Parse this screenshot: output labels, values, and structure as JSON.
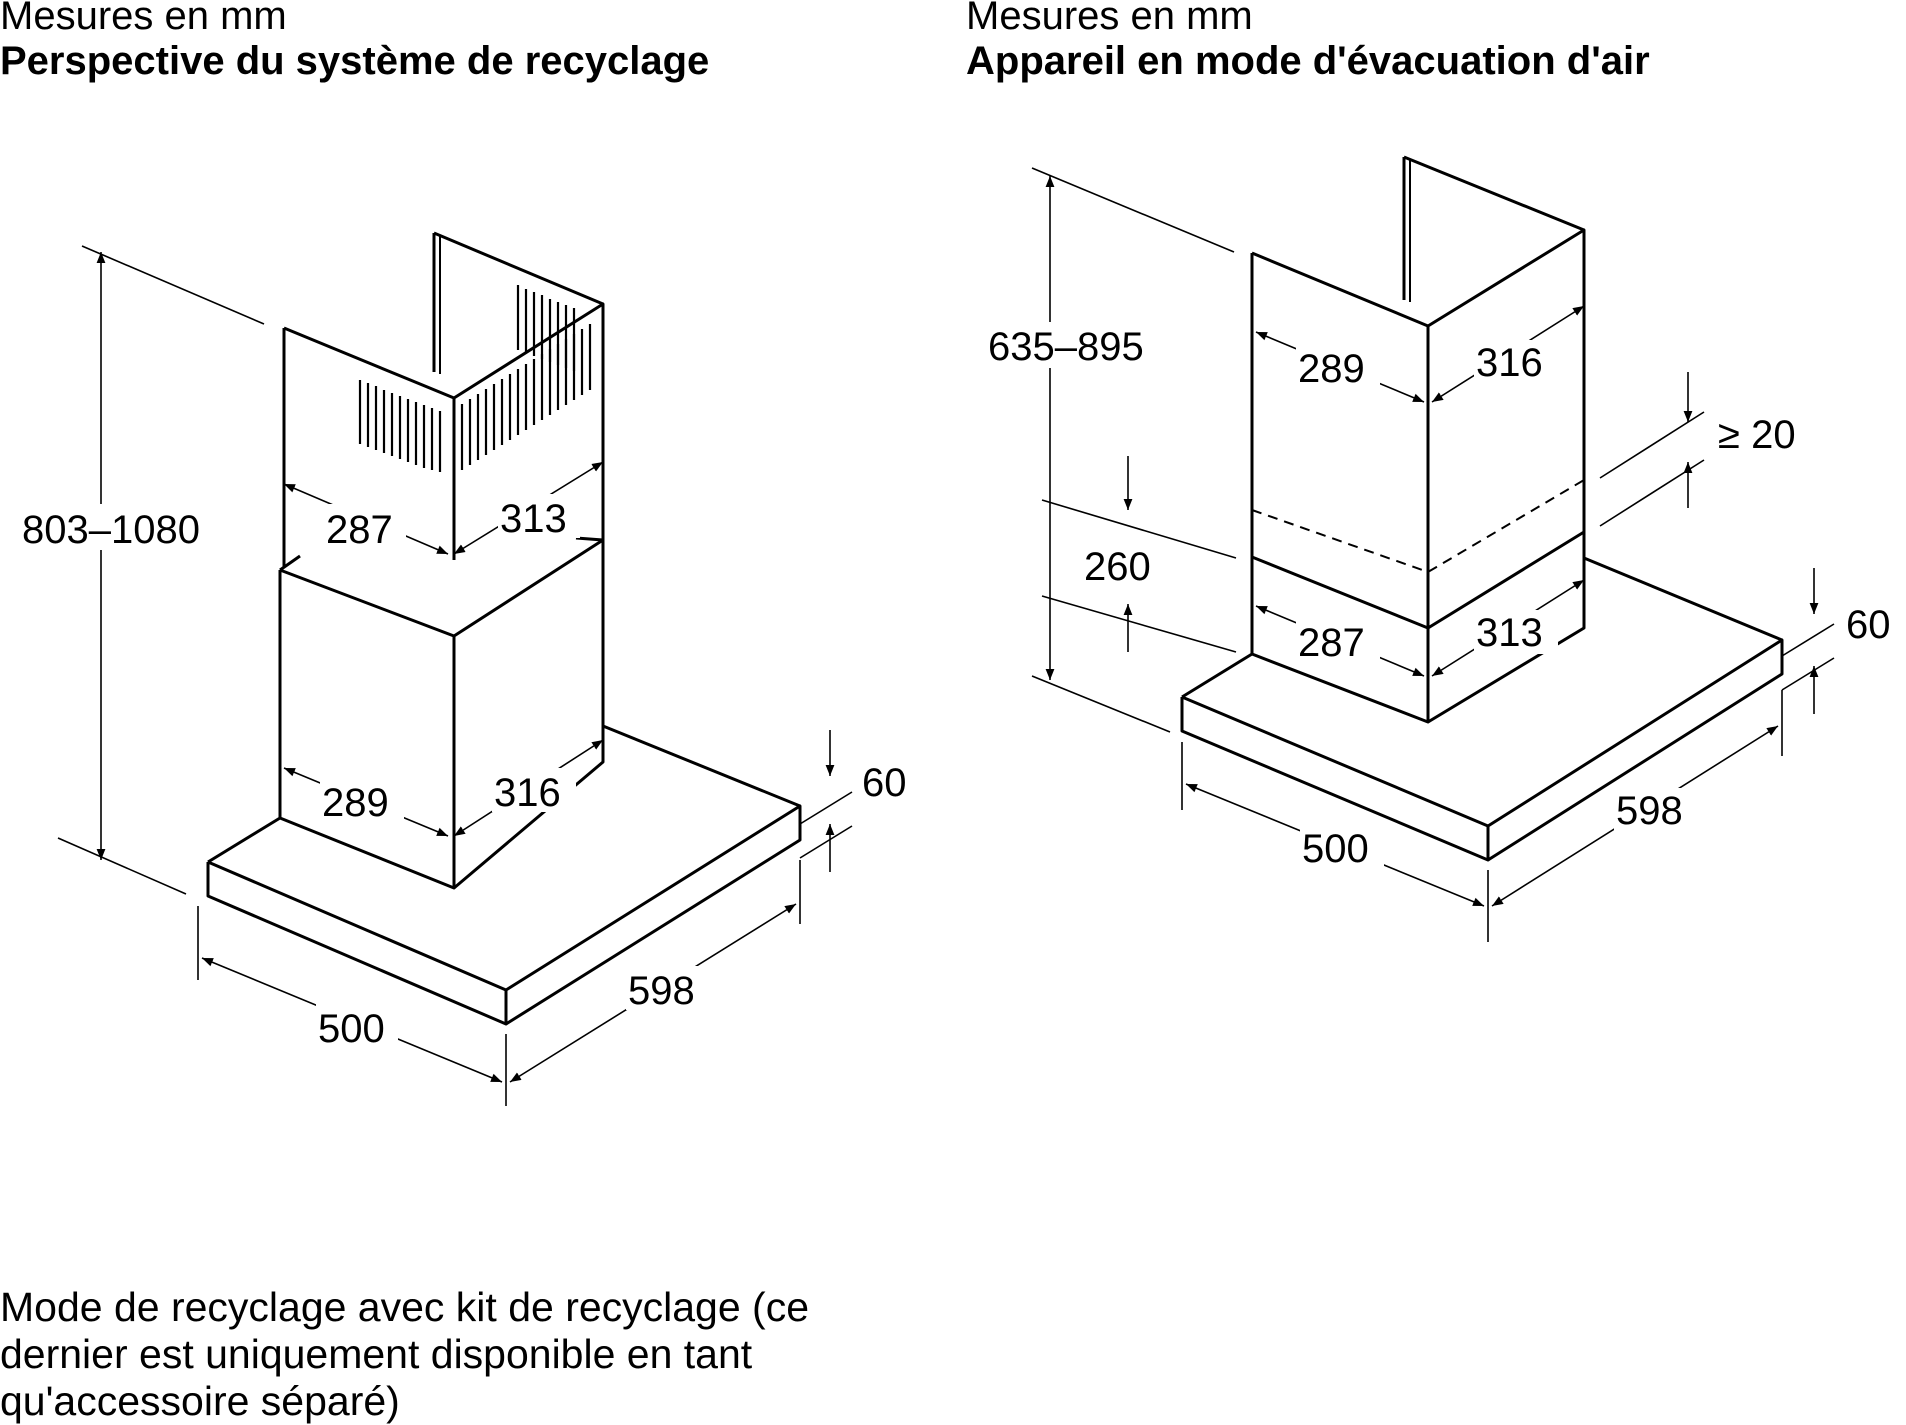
{
  "left": {
    "subtitle": "Mesures en mm",
    "title": "Perspective du système de recyclage",
    "dims": {
      "height": "803–1080",
      "upper_left": "287",
      "upper_right": "313",
      "lower_left": "289",
      "lower_right": "316",
      "thickness": "60",
      "depth": "500",
      "width": "598"
    }
  },
  "right": {
    "subtitle": "Mesures en mm",
    "title": "Appareil en mode d'évacuation d'air",
    "dims": {
      "height": "635–895",
      "upper_left": "289",
      "upper_right": "316",
      "gap": "≥ 20",
      "overlap": "260",
      "lower_left": "287",
      "lower_right": "313",
      "thickness": "60",
      "depth": "500",
      "width": "598"
    }
  },
  "note": {
    "lines": [
      "Mode de recyclage avec kit de recyclage (ce",
      "dernier est uniquement disponible en tant",
      "qu'accessoire séparé)"
    ]
  }
}
